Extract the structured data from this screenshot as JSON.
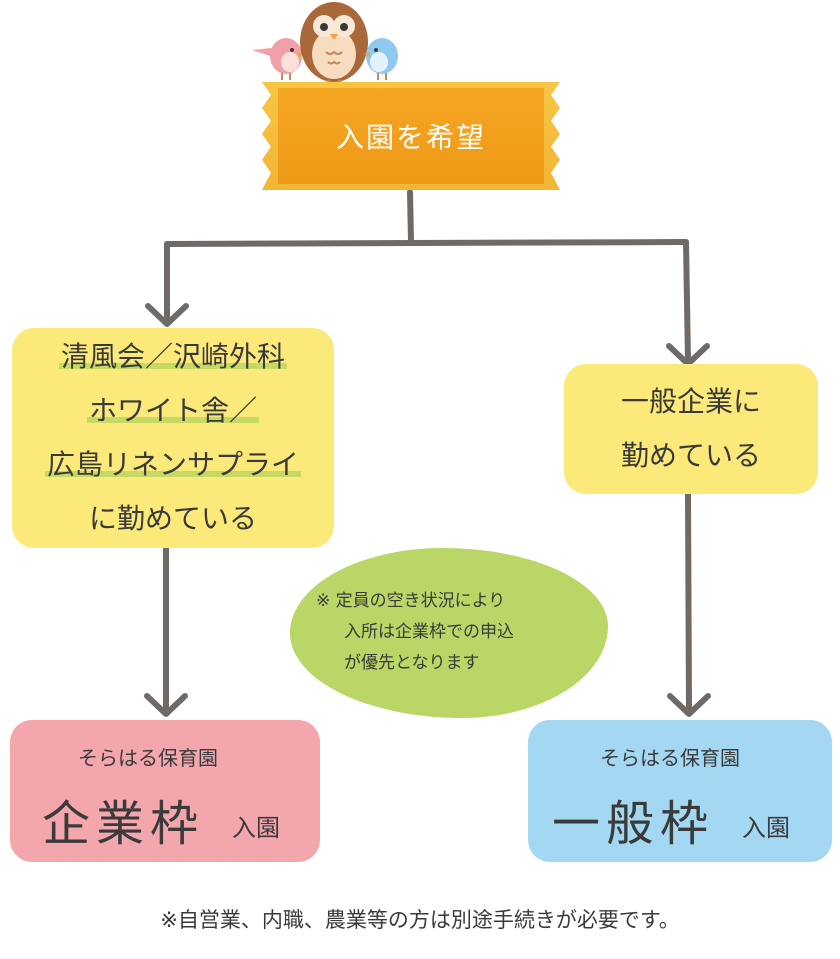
{
  "start": {
    "label": "入園を希望"
  },
  "left_condition": {
    "lines": [
      "清風会／沢崎外科",
      "ホワイト舎／",
      "広島リネンサプライ",
      "に勤めている"
    ]
  },
  "right_condition": {
    "lines": [
      "一般企業に",
      "勤めている"
    ]
  },
  "note": {
    "lines": [
      "※ 定員の空き状況により",
      "入所は企業枠での申込",
      "が優先となります"
    ]
  },
  "left_result": {
    "school": "そらはる保育園",
    "main": "企業枠",
    "suffix": "入園"
  },
  "right_result": {
    "school": "そらはる保育園",
    "main": "一般枠",
    "suffix": "入園"
  },
  "footnote": "※自営業、内職、農業等の方は別途手続きが必要です。",
  "colors": {
    "start": "#f5a623",
    "condition": "#fbe97a",
    "note": "#b9d666",
    "company_slot": "#f3a7ad",
    "general_slot": "#a4d8f2",
    "arrow": "#6f6a66"
  },
  "icons": [
    "owl-icon",
    "pink-bird-icon",
    "blue-bird-icon"
  ]
}
